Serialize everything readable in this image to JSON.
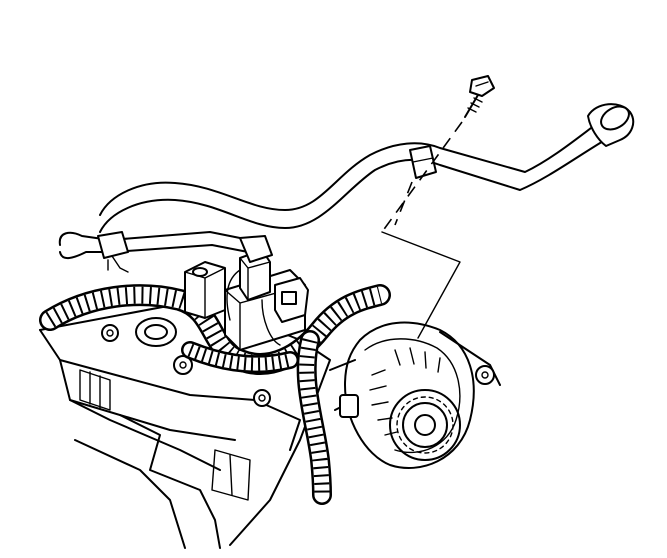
{
  "diagram": {
    "ink_color": "#000000",
    "background_color": "#ffffff",
    "parts": [
      "bolt",
      "dipstick-tube",
      "tube-bracket",
      "pcv-hose",
      "wiring-harness",
      "engine-block",
      "alternator"
    ]
  }
}
